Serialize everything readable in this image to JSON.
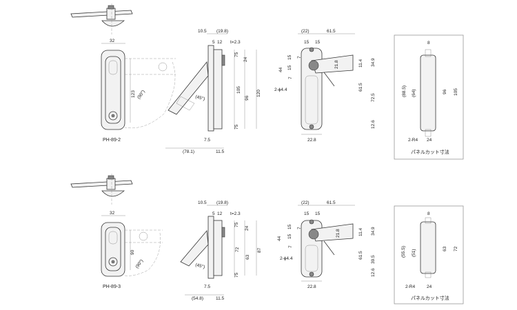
{
  "top": {
    "model": "PH-89-2",
    "front": {
      "width": "32",
      "length": "123",
      "angle": "(90°)"
    },
    "side": {
      "d1": "10.5",
      "d2": "(19.8)",
      "d3": "5",
      "d4": "12",
      "d5": "t=2.3",
      "v1": "75",
      "v2": "24",
      "v3": "105",
      "v4": "96",
      "v5": "120",
      "v6": "75",
      "angle": "(45°)",
      "b1": "7.5",
      "b2": "(78.1)",
      "b3": "11.5"
    },
    "rear": {
      "d1": "(22)",
      "d2": "61.5",
      "d3": "15",
      "d4": "15",
      "l1": "44",
      "l2": "15",
      "l3": "15",
      "l4": "7",
      "l5": "7",
      "r1": "21.8",
      "r2": "11.4",
      "r3": "34.9",
      "r4": "61.5",
      "r5": "72.5",
      "r6": "12.6",
      "bottom": "22.8",
      "hole": "2-ϕ4.4"
    },
    "panel": {
      "width": "8",
      "d1": "(88.5)",
      "d2": "(64)",
      "d3": "96",
      "d4": "105",
      "radius": "2-R4",
      "bottom": "24",
      "caption": "パネルカット寸法"
    }
  },
  "bottom": {
    "model": "PH-89-3",
    "front": {
      "width": "32",
      "length": "90",
      "angle": "(90°)"
    },
    "side": {
      "d1": "10.5",
      "d2": "(19.8)",
      "d3": "5",
      "d4": "12",
      "d5": "t=2.3",
      "v1": "75",
      "v2": "24",
      "v3": "72",
      "v4": "63",
      "v5": "87",
      "v6": "75",
      "angle": "(45°)",
      "b1": "7.5",
      "b2": "(54.8)",
      "b3": "11.5"
    },
    "rear": {
      "d1": "(22)",
      "d2": "61.5",
      "d3": "15",
      "d4": "15",
      "l1": "44",
      "l2": "15",
      "l3": "15",
      "l4": "7",
      "l5": "7",
      "r1": "21.8",
      "r2": "11.4",
      "r3": "34.9",
      "r4": "61.5",
      "r5": "39.5",
      "r6": "12.6",
      "bottom": "22.8",
      "hole": "2-ϕ4.4"
    },
    "panel": {
      "width": "8",
      "d1": "(55.5)",
      "d2": "(51)",
      "d3": "63",
      "d4": "72",
      "radius": "2-R4",
      "bottom": "24",
      "caption": "パネルカット寸法"
    }
  }
}
